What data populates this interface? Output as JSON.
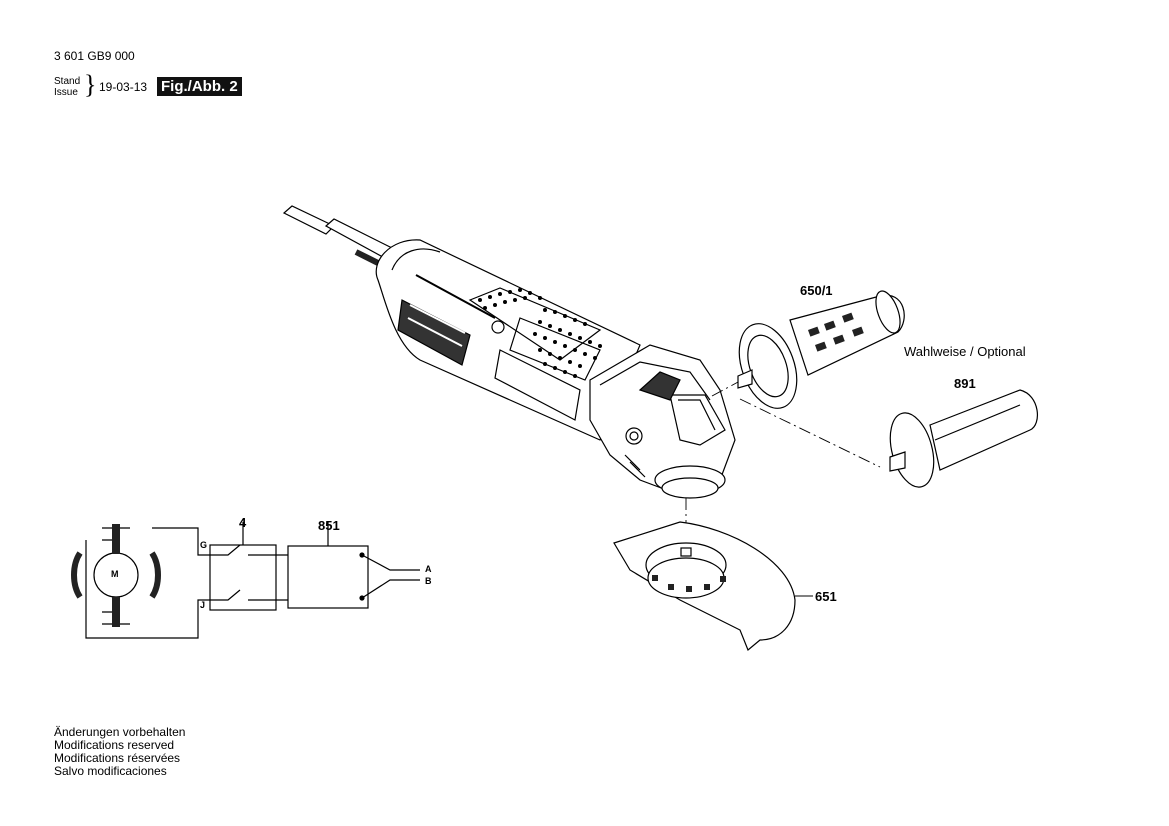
{
  "header": {
    "doc_number": "3 601 GB9 000",
    "stand_label": "Stand",
    "issue_label": "Issue",
    "date": "19-03-13",
    "fig_label": "Fig./Abb. 2"
  },
  "callouts": {
    "handle_std": "650/1",
    "optional_note": "Wahlweise / Optional",
    "handle_opt": "891",
    "guard": "651",
    "switch": "4",
    "electronics": "851"
  },
  "wiring": {
    "motor_label": "M",
    "terminal_g": "G",
    "terminal_j": "J",
    "terminal_a": "A",
    "terminal_b": "B"
  },
  "footer": {
    "notes": [
      "Änderungen vorbehalten",
      "Modifications reserved",
      "Modifications réservées",
      "Salvo modificaciones"
    ]
  }
}
